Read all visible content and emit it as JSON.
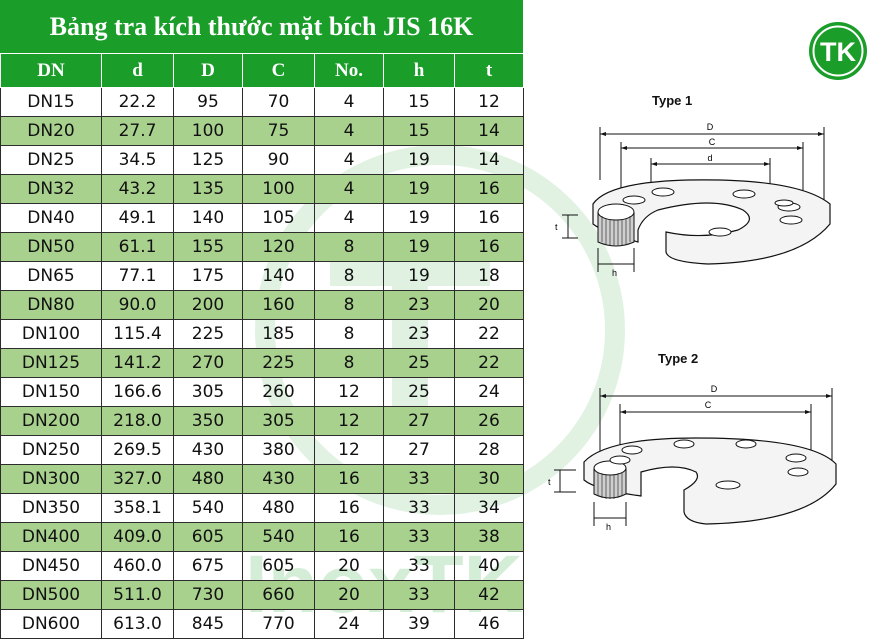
{
  "title": "Bảng tra kích thước mặt bích JIS 16K",
  "columns": [
    "DN",
    "d",
    "D",
    "C",
    "No.",
    "h",
    "t"
  ],
  "rows": [
    [
      "DN15",
      "22.2",
      "95",
      "70",
      "4",
      "15",
      "12"
    ],
    [
      "DN20",
      "27.7",
      "100",
      "75",
      "4",
      "15",
      "14"
    ],
    [
      "DN25",
      "34.5",
      "125",
      "90",
      "4",
      "19",
      "14"
    ],
    [
      "DN32",
      "43.2",
      "135",
      "100",
      "4",
      "19",
      "16"
    ],
    [
      "DN40",
      "49.1",
      "140",
      "105",
      "4",
      "19",
      "16"
    ],
    [
      "DN50",
      "61.1",
      "155",
      "120",
      "8",
      "19",
      "16"
    ],
    [
      "DN65",
      "77.1",
      "175",
      "140",
      "8",
      "19",
      "18"
    ],
    [
      "DN80",
      "90.0",
      "200",
      "160",
      "8",
      "23",
      "20"
    ],
    [
      "DN100",
      "115.4",
      "225",
      "185",
      "8",
      "23",
      "22"
    ],
    [
      "DN125",
      "141.2",
      "270",
      "225",
      "8",
      "25",
      "22"
    ],
    [
      "DN150",
      "166.6",
      "305",
      "260",
      "12",
      "25",
      "24"
    ],
    [
      "DN200",
      "218.0",
      "350",
      "305",
      "12",
      "27",
      "26"
    ],
    [
      "DN250",
      "269.5",
      "430",
      "380",
      "12",
      "27",
      "28"
    ],
    [
      "DN300",
      "327.0",
      "480",
      "430",
      "16",
      "33",
      "30"
    ],
    [
      "DN350",
      "358.1",
      "540",
      "480",
      "16",
      "33",
      "34"
    ],
    [
      "DN400",
      "409.0",
      "605",
      "540",
      "16",
      "33",
      "38"
    ],
    [
      "DN450",
      "460.0",
      "675",
      "605",
      "20",
      "33",
      "40"
    ],
    [
      "DN500",
      "511.0",
      "730",
      "660",
      "20",
      "33",
      "42"
    ],
    [
      "DN600",
      "613.0",
      "845",
      "770",
      "24",
      "39",
      "46"
    ]
  ],
  "logo": {
    "text": "TK",
    "color": "#1a9d29"
  },
  "watermark": {
    "text": "InoxTK",
    "color": "#1a9d29"
  },
  "diagrams": [
    {
      "label": "Type 1",
      "dims": {
        "D": "D",
        "C": "C",
        "d": "d",
        "t": "t",
        "h": "h"
      }
    },
    {
      "label": "Type 2",
      "dims": {
        "D": "D",
        "C": "C",
        "t": "t",
        "h": "h"
      }
    }
  ],
  "colors": {
    "header_green": "#1a9d29",
    "row_alt": "#a9d18e"
  }
}
